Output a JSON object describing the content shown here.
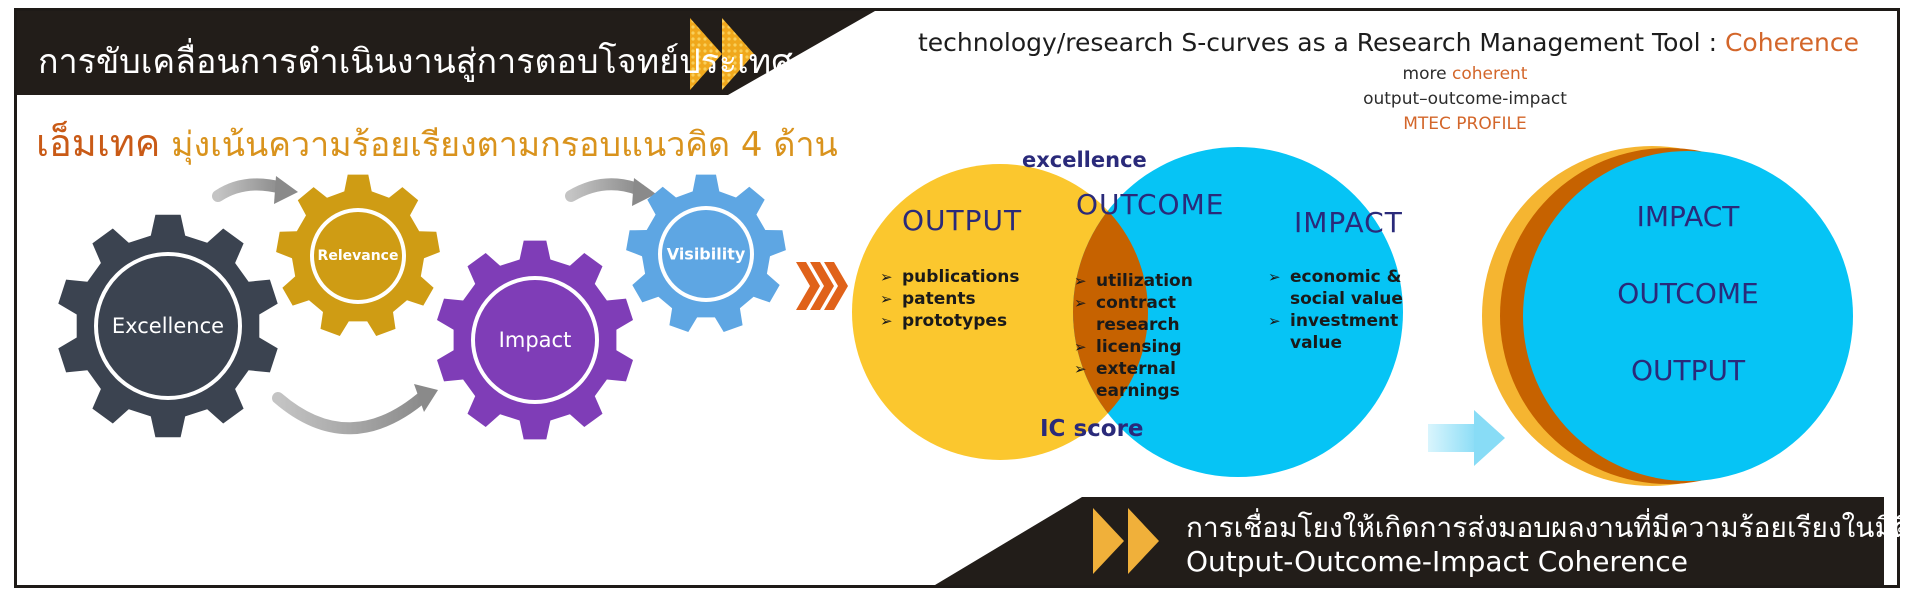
{
  "banner": {
    "title": "การขับเคลื่อนการดำเนินงานสู่การตอบโจทย์ประเทศ"
  },
  "heading": {
    "brand": "เอ็มเทค",
    "text": "มุ่งเน้นความร้อยเรียงตามกรอบแนวคิด 4 ด้าน"
  },
  "gears": {
    "excellence": "Excellence",
    "relevance": "Relevance",
    "impact": "Impact",
    "visibility": "Visibility"
  },
  "right_title": {
    "main": "technology/research S-curves as a Research Management Tool",
    "separator": ":",
    "accent": "Coherence"
  },
  "coherence_note": {
    "more": "more",
    "coherent": "coherent",
    "chain": "output–outcome-impact",
    "profile": "MTEC PROFILE"
  },
  "venn": {
    "excellence_label": "excellence",
    "ic_label": "IC score",
    "output": {
      "title": "OUTPUT",
      "items": [
        "publications",
        "patents",
        "prototypes"
      ]
    },
    "outcome": {
      "title": "OUTCOME",
      "items": [
        "utilization",
        "contract",
        "research",
        "licensing",
        "external",
        "earnings"
      ]
    },
    "impact": {
      "title": "IMPACT",
      "items": [
        "economic &",
        "social value",
        "investment",
        "value"
      ]
    }
  },
  "stack": {
    "top": "IMPACT",
    "middle": "OUTCOME",
    "bottom": "OUTPUT"
  },
  "bottom_banner": {
    "line1": "การเชื่อมโยงให้เกิดการส่งมอบผลงานที่มีความร้อยเรียงในมิติ",
    "line2": "Output-Outcome-Impact Coherence"
  },
  "colors": {
    "dark": "#221d19",
    "gold": "#f2b21f",
    "yellow_circle": "#fbc72e",
    "blue_circle": "#06c4f5",
    "overlap": "#c66200",
    "gear_excellence": "#3b4350",
    "gear_relevance": "#cf9c14",
    "gear_impact": "#7f3db7",
    "gear_visibility": "#5ea6e3"
  },
  "icons": [
    "double-chevron-icon",
    "curved-arrow-icon",
    "triple-chevron-icon",
    "right-arrow-icon"
  ]
}
